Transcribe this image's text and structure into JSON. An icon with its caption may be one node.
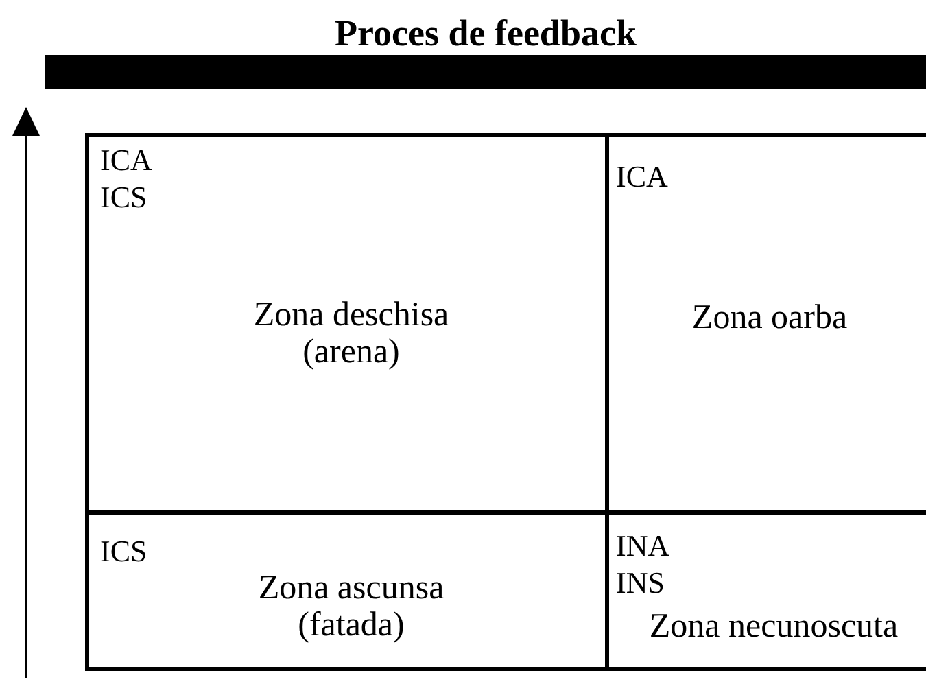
{
  "diagram": {
    "title": "Proces de feedback",
    "nodes": [
      {
        "text": [
          "ICA",
          "ICS",
          "Zona deschisa (arena)"
        ]
      },
      {
        "text": [
          "ICA",
          "Zona oarba"
        ]
      },
      {
        "text": [
          "ICS",
          "Zona ascunsa (fatada)"
        ]
      },
      {
        "text": [
          "INA",
          "INS",
          "Zona necunoscuta"
        ]
      }
    ],
    "edges": []
  }
}
